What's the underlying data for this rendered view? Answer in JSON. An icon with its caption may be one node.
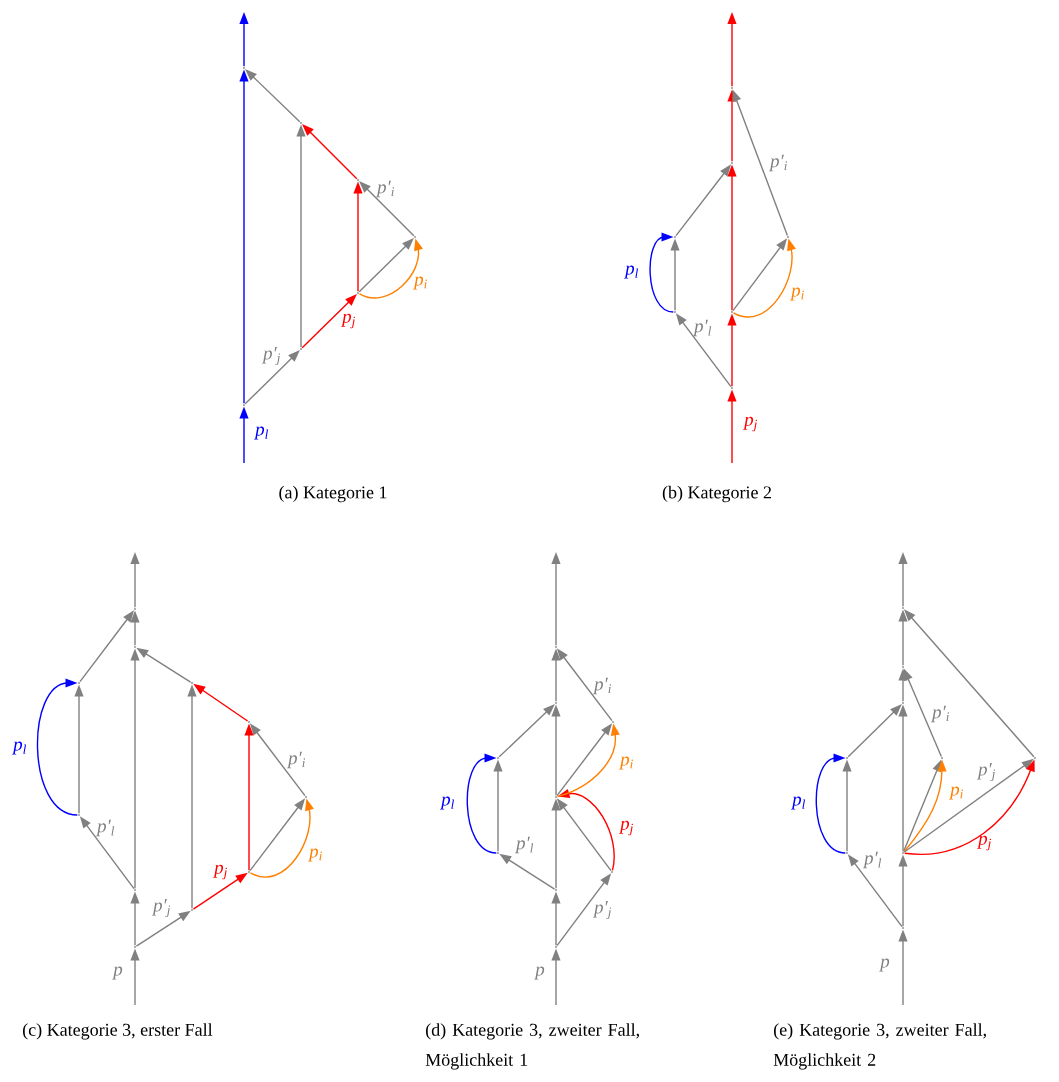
{
  "diagram": {
    "nodes": [
      {
        "text": [],
        "shape": "point"
      },
      {
        "text": [],
        "shape": "point"
      },
      {
        "text": [],
        "shape": "point"
      },
      {
        "text": [],
        "shape": "point"
      },
      {
        "text": [],
        "shape": "point"
      },
      {
        "text": [],
        "shape": "point"
      },
      {
        "text": [],
        "shape": "point"
      },
      {
        "text": [],
        "shape": "point"
      },
      {
        "text": [],
        "shape": "point"
      },
      {
        "text": [],
        "shape": "point"
      },
      {
        "text": [],
        "shape": "point"
      },
      {
        "text": [],
        "shape": "point"
      },
      {
        "text": [],
        "shape": "point"
      },
      {
        "text": [],
        "shape": "point"
      },
      {
        "text": [],
        "shape": "point"
      },
      {
        "text": [],
        "shape": "point"
      },
      {
        "text": [],
        "shape": "point"
      },
      {
        "text": [],
        "shape": "point"
      },
      {
        "text": [],
        "shape": "point"
      },
      {
        "text": [],
        "shape": "point"
      },
      {
        "text": [],
        "shape": "point"
      },
      {
        "text": [],
        "shape": "point"
      },
      {
        "text": [],
        "shape": "point"
      },
      {
        "text": [],
        "shape": "point"
      },
      {
        "text": [],
        "shape": "point"
      },
      {
        "text": [],
        "shape": "point"
      },
      {
        "text": [],
        "shape": "point"
      },
      {
        "text": [],
        "shape": "point"
      },
      {
        "text": [],
        "shape": "point"
      },
      {
        "text": [],
        "shape": "point"
      },
      {
        "text": [],
        "shape": "point"
      },
      {
        "text": [],
        "shape": "point"
      },
      {
        "text": [],
        "shape": "point"
      },
      {
        "text": [],
        "shape": "point"
      },
      {
        "text": [],
        "shape": "point"
      },
      {
        "text": [],
        "shape": "point"
      },
      {
        "text": [],
        "shape": "point"
      },
      {
        "text": [],
        "shape": "point"
      },
      {
        "text": [],
        "shape": "point"
      },
      {
        "text": [],
        "shape": "point"
      },
      {
        "text": [],
        "shape": "point"
      },
      {
        "text": [],
        "shape": "point"
      },
      {
        "text": [],
        "shape": "point"
      }
    ],
    "edges": [
      {
        "from": null,
        "to": 0,
        "arrow": "to",
        "color": "#0000ff",
        "label": "p$_{l}$"
      },
      {
        "from": 0,
        "to": 6,
        "arrow": "to",
        "color": "#0000ff"
      },
      {
        "from": 6,
        "to": null,
        "arrow": "to",
        "color": "#0000ff"
      },
      {
        "from": 0,
        "to": 1,
        "arrow": "to",
        "label": "p′$_{j}$"
      },
      {
        "from": 1,
        "to": 2,
        "arrow": "to",
        "color": "#ff0000",
        "label": "p$_{j}$"
      },
      {
        "from": 2,
        "to": 3,
        "arrow": "to"
      },
      {
        "from": 2,
        "to": 3,
        "arrow": "to",
        "color": "#ff8000",
        "label": "p$_{i}$"
      },
      {
        "from": 3,
        "to": 4,
        "arrow": "to",
        "label": "p′$_{i}$"
      },
      {
        "from": 2,
        "to": 4,
        "arrow": "to",
        "color": "#ff0000"
      },
      {
        "from": 4,
        "to": 5,
        "arrow": "to",
        "color": "#ff0000"
      },
      {
        "from": 1,
        "to": 5,
        "arrow": "to"
      },
      {
        "from": 5,
        "to": 6,
        "arrow": "to"
      },
      {
        "from": null,
        "to": 7,
        "arrow": "to",
        "color": "#ff0000",
        "label": "p$_{j}$"
      },
      {
        "from": 7,
        "to": 10,
        "arrow": "to",
        "color": "#ff0000"
      },
      {
        "from": 10,
        "to": 12,
        "arrow": "to",
        "color": "#ff0000"
      },
      {
        "from": 12,
        "to": 13,
        "arrow": "to",
        "color": "#ff0000"
      },
      {
        "from": 13,
        "to": null,
        "arrow": "to",
        "color": "#ff0000"
      },
      {
        "from": 7,
        "to": 8,
        "arrow": "to",
        "label": "p′$_{l}$"
      },
      {
        "from": 8,
        "to": 9,
        "arrow": "to"
      },
      {
        "from": 8,
        "to": 9,
        "arrow": "to",
        "color": "#0000ff",
        "label": "p$_{l}$"
      },
      {
        "from": 9,
        "to": 12,
        "arrow": "to"
      },
      {
        "from": 10,
        "to": 11,
        "arrow": "to"
      },
      {
        "from": 10,
        "to": 11,
        "arrow": "to",
        "color": "#ff8000",
        "label": "p$_{i}$"
      },
      {
        "from": 11,
        "to": 13,
        "arrow": "to",
        "label": "p′$_{i}$"
      },
      {
        "from": null,
        "to": 14,
        "arrow": "to",
        "label": "p"
      },
      {
        "from": 14,
        "to": 15,
        "arrow": "to"
      },
      {
        "from": 14,
        "to": 16,
        "arrow": "to",
        "label": "p′$_{j}$"
      },
      {
        "from": 16,
        "to": 17,
        "arrow": "to",
        "color": "#ff0000",
        "label": "p$_{j}$"
      },
      {
        "from": 17,
        "to": 18,
        "arrow": "to"
      },
      {
        "from": 17,
        "to": 18,
        "arrow": "to",
        "color": "#ff8000",
        "label": "p$_{i}$"
      },
      {
        "from": 18,
        "to": 19,
        "arrow": "to",
        "label": "p′$_{i}$"
      },
      {
        "from": 17,
        "to": 19,
        "arrow": "to",
        "color": "#ff0000"
      },
      {
        "from": 19,
        "to": 20,
        "arrow": "to",
        "color": "#ff0000"
      },
      {
        "from": 16,
        "to": 20,
        "arrow": "to"
      },
      {
        "from": 20,
        "to": 21,
        "arrow": "to"
      },
      {
        "from": 15,
        "to": 21,
        "arrow": "to"
      },
      {
        "from": 15,
        "to": 22,
        "arrow": "to",
        "label": "p′$_{l}$"
      },
      {
        "from": 22,
        "to": 23,
        "arrow": "to"
      },
      {
        "from": 22,
        "to": 23,
        "arrow": "to",
        "color": "#0000ff",
        "label": "p$_{l}$"
      },
      {
        "from": 23,
        "to": 24,
        "arrow": "to"
      },
      {
        "from": 21,
        "to": 24,
        "arrow": "to"
      },
      {
        "from": 24,
        "to": null,
        "arrow": "to"
      },
      {
        "from": null,
        "to": 25,
        "arrow": "to",
        "label": "p"
      },
      {
        "from": 25,
        "to": 26,
        "arrow": "to"
      },
      {
        "from": 25,
        "to": 27,
        "arrow": "to",
        "label": "p′$_{j}$"
      },
      {
        "from": 26,
        "to": 28,
        "arrow": "to"
      },
      {
        "from": 27,
        "to": 28,
        "arrow": "to"
      },
      {
        "from": 27,
        "to": 28,
        "arrow": "to",
        "color": "#ff0000",
        "label": "p$_{j}$"
      },
      {
        "from": 26,
        "to": 29,
        "arrow": "to",
        "label": "p′$_{l}$"
      },
      {
        "from": 29,
        "to": 30,
        "arrow": "to"
      },
      {
        "from": 29,
        "to": 30,
        "arrow": "to",
        "color": "#0000ff",
        "label": "p$_{l}$"
      },
      {
        "from": 28,
        "to": 32,
        "arrow": "to"
      },
      {
        "from": 28,
        "to": 32,
        "arrow": "to",
        "color": "#ff8000",
        "label": "p$_{i}$"
      },
      {
        "from": 28,
        "to": 31,
        "arrow": "to"
      },
      {
        "from": 30,
        "to": 31,
        "arrow": "to"
      },
      {
        "from": 31,
        "to": 33,
        "arrow": "to"
      },
      {
        "from": 32,
        "to": 33,
        "arrow": "to",
        "label": "p′$_{i}$"
      },
      {
        "from": 33,
        "to": null,
        "arrow": "to"
      },
      {
        "from": null,
        "to": 34,
        "arrow": "to",
        "label": "p"
      },
      {
        "from": 34,
        "to": 35,
        "arrow": "to"
      },
      {
        "from": 34,
        "to": 36,
        "arrow": "to",
        "label": "p′$_{l}$"
      },
      {
        "from": 36,
        "to": 37,
        "arrow": "to"
      },
      {
        "from": 36,
        "to": 37,
        "arrow": "to",
        "color": "#0000ff",
        "label": "p$_{l}$"
      },
      {
        "from": 35,
        "to": 38,
        "arrow": "to"
      },
      {
        "from": 35,
        "to": 38,
        "arrow": "to",
        "color": "#ff8000",
        "label": "p$_{i}$"
      },
      {
        "from": 35,
        "to": 39,
        "arrow": "to",
        "label": "p′$_{j}$"
      },
      {
        "from": 35,
        "to": 39,
        "arrow": "to",
        "color": "#ff0000",
        "label": "p$_{j}$"
      },
      {
        "from": 35,
        "to": 40,
        "arrow": "to"
      },
      {
        "from": 37,
        "to": 40,
        "arrow": "to"
      },
      {
        "from": 40,
        "to": 41,
        "arrow": "to"
      },
      {
        "from": 38,
        "to": 41,
        "arrow": "to",
        "label": "p′$_{i}$"
      },
      {
        "from": 41,
        "to": 42,
        "arrow": "to"
      },
      {
        "from": 39,
        "to": 42,
        "arrow": "to"
      },
      {
        "from": 42,
        "to": null,
        "arrow": "to"
      }
    ],
    "labels": [
      "(a) Kategorie 1",
      "(b) Kategorie 2",
      "(c) Kategorie 3, erster Fall",
      "(d) Kategorie 3, zweiter Fall, Möglichkeit 1",
      "(e) Kategorie 3, zweiter Fall, Möglichkeit 2"
    ]
  }
}
